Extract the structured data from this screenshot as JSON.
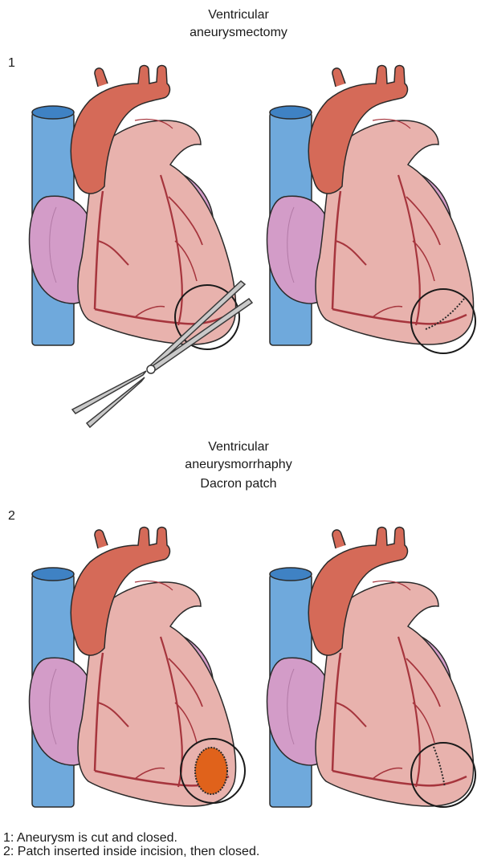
{
  "section1": {
    "number": "1",
    "title_line1": "Ventricular",
    "title_line2": "aneurysmectomy"
  },
  "section2": {
    "number": "2",
    "title_line1": "Ventricular",
    "title_line2": "aneurysmorrhaphy",
    "title_line3": "Dacron patch"
  },
  "captions": [
    "1:  Aneurysm is cut and closed.",
    "2:  Patch inserted inside incision, then closed."
  ],
  "colors": {
    "vein": "#6fa9dc",
    "aorta": "#d56a58",
    "heart": "#e8b2ad",
    "atrium": "#d39cc8",
    "vessel": "#a6353d",
    "patch": "#e0621b"
  }
}
